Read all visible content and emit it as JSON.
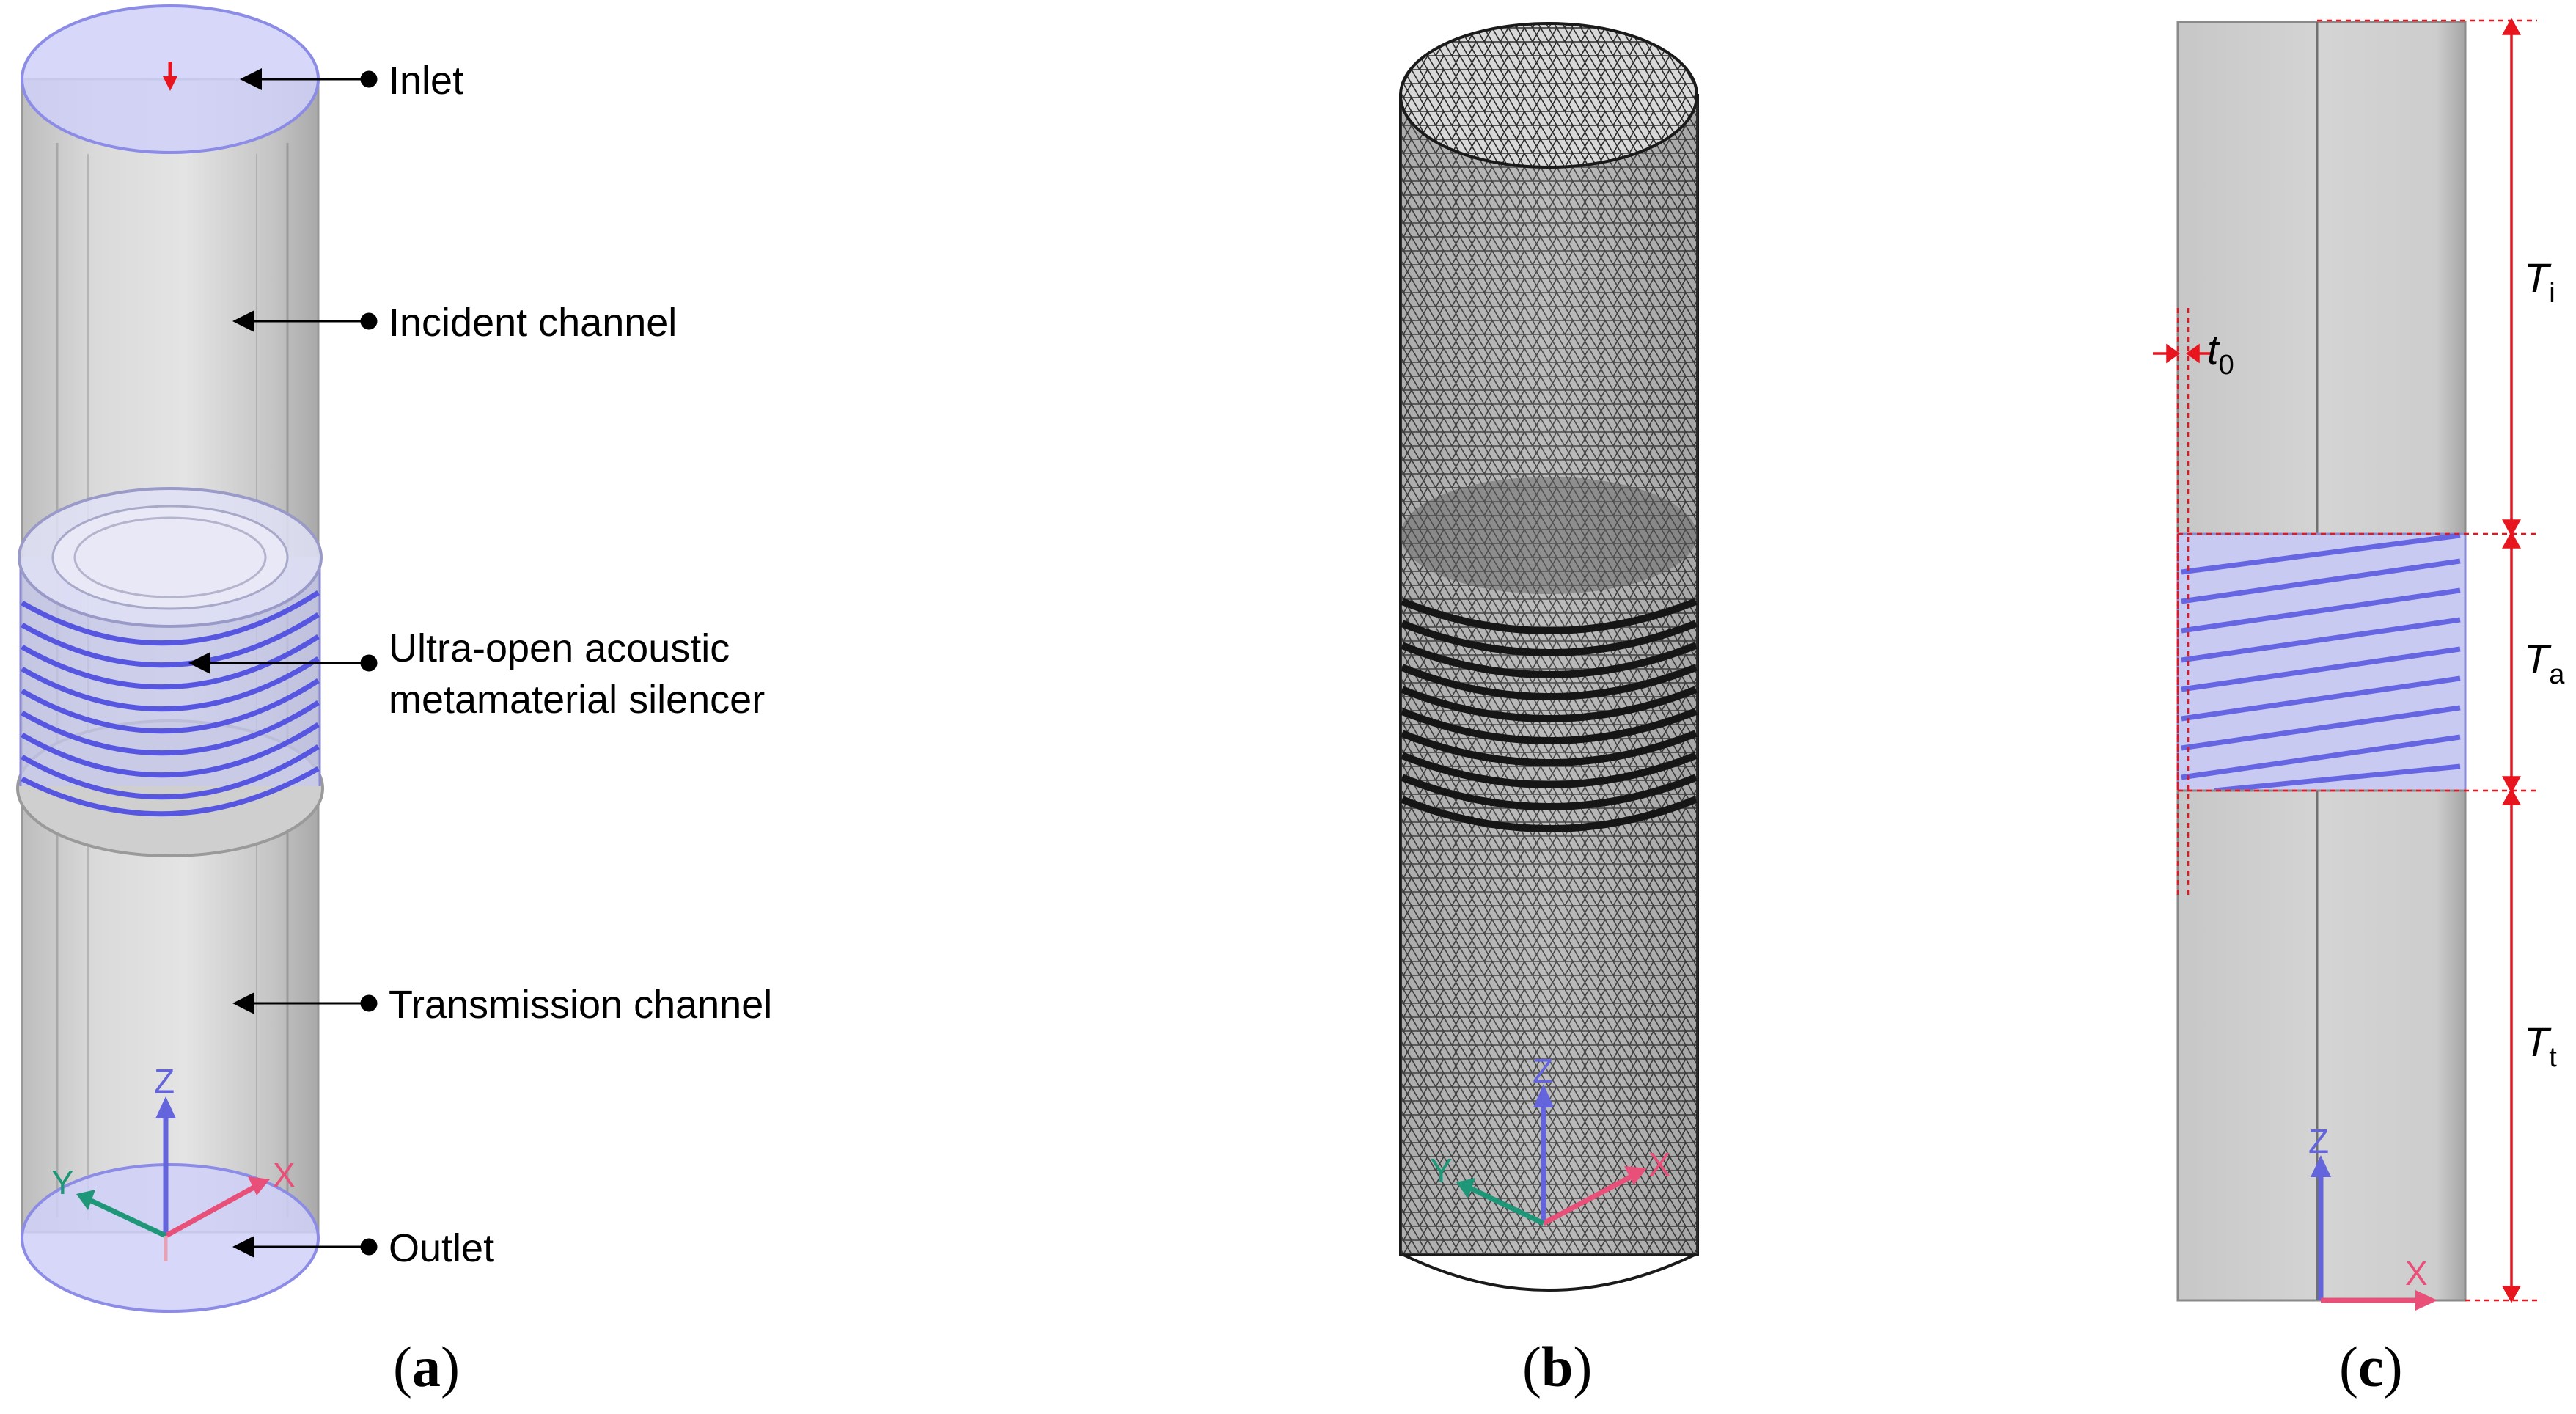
{
  "panel_a": {
    "labels": {
      "inlet": "Inlet",
      "incident": "Incident channel",
      "silencer_line1": "Ultra-open acoustic",
      "silencer_line2": "metamaterial silencer",
      "transmission": "Transmission channel",
      "outlet": "Outlet"
    },
    "caption": {
      "open": "(",
      "letter": "a",
      "close": ")"
    },
    "axes": {
      "z": "Z",
      "y": "Y",
      "x": "X"
    }
  },
  "panel_b": {
    "caption": {
      "open": "(",
      "letter": "b",
      "close": ")"
    },
    "axes": {
      "z": "Z",
      "y": "Y",
      "x": "X"
    }
  },
  "panel_c": {
    "caption": {
      "open": "(",
      "letter": "c",
      "close": ")"
    },
    "axes": {
      "z": "Z",
      "x": "X"
    },
    "dimensions": {
      "Ti": {
        "main": "T",
        "sub": "i"
      },
      "Ta": {
        "main": "T",
        "sub": "a"
      },
      "Tt": {
        "main": "T",
        "sub": "t"
      },
      "t0": {
        "main": "t",
        "sub": "0"
      }
    }
  },
  "colors": {
    "channel_gray": "#d2d2d2",
    "silencer_blue": "#6a6ae8",
    "dimension_red": "#e8141e",
    "axis_z": "#6464dc",
    "axis_x": "#e8507a",
    "axis_y": "#1e9678"
  }
}
